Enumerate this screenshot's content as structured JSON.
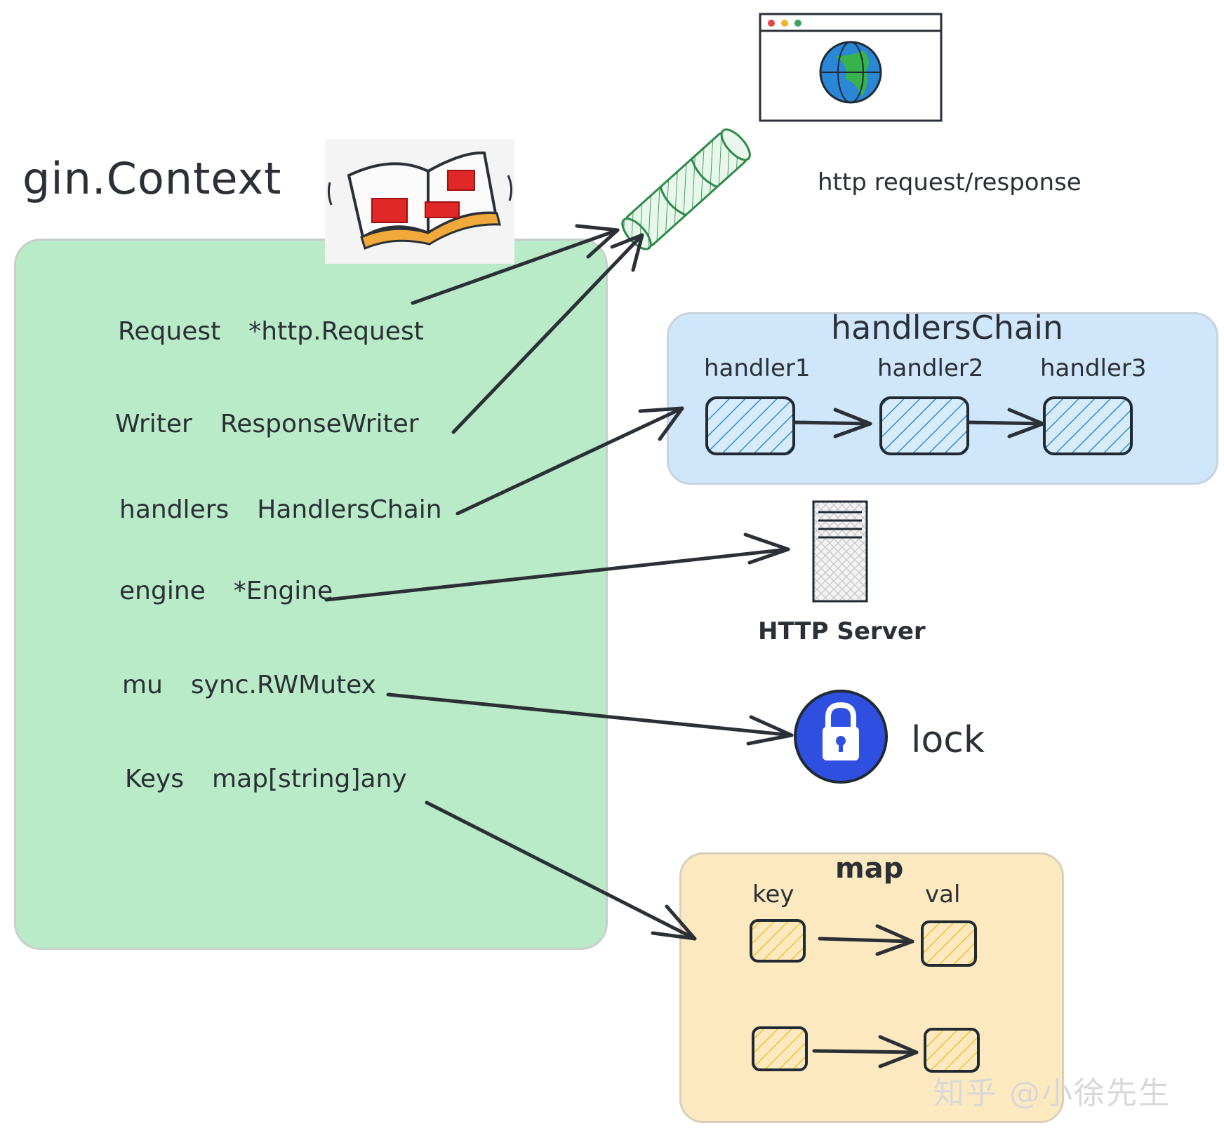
{
  "context": {
    "title": "gin.Context",
    "fields": [
      {
        "name": "Request",
        "type": "*http.Request"
      },
      {
        "name": "Writer",
        "type": "ResponseWriter"
      },
      {
        "name": "handlers",
        "type": "HandlersChain"
      },
      {
        "name": "engine",
        "type": "*Engine"
      },
      {
        "name": "mu",
        "type": "sync.RWMutex"
      },
      {
        "name": "Keys",
        "type": "map[string]any"
      }
    ]
  },
  "http": {
    "label": "http request/response"
  },
  "handlers_chain": {
    "title": "handlersChain",
    "handlers": [
      "handler1",
      "handler2",
      "handler3"
    ]
  },
  "server": {
    "label": "HTTP Server"
  },
  "lock": {
    "label": "lock"
  },
  "map": {
    "title": "map",
    "key_label": "key",
    "val_label": "val"
  },
  "watermark": "知乎 @小徐先生",
  "colors": {
    "context_fill": "#b9ebc8",
    "chain_fill": "#cfe6fb",
    "map_fill": "#fde9bf",
    "handler_hatch": "#2f8fd8",
    "map_hatch": "#f0c232",
    "lock_blue": "#2f4fe0",
    "pipe_green": "#3aa560"
  }
}
